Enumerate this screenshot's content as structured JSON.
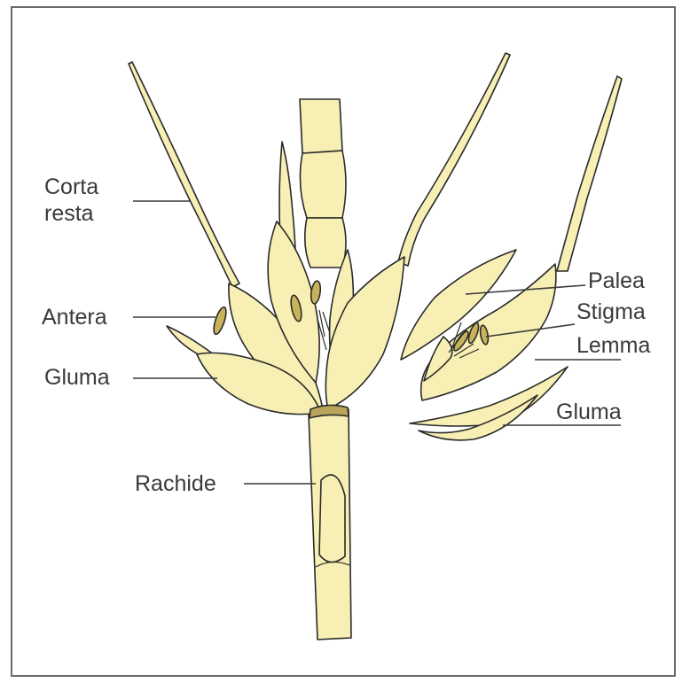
{
  "labels": {
    "corta_resta": {
      "line1": "Corta",
      "line2": "resta"
    },
    "antera": "Antera",
    "gluma_left": "Gluma",
    "rachide": "Rachide",
    "palea": "Palea",
    "stigma": "Stigma",
    "lemma": "Lemma",
    "gluma_right": "Gluma"
  },
  "colors": {
    "plant_fill": "#f7efb4",
    "anther_fill": "#c9b35a",
    "outline": "#2a2a2a",
    "label_text": "#3a3a3a",
    "frame": "#6a6a6a"
  }
}
